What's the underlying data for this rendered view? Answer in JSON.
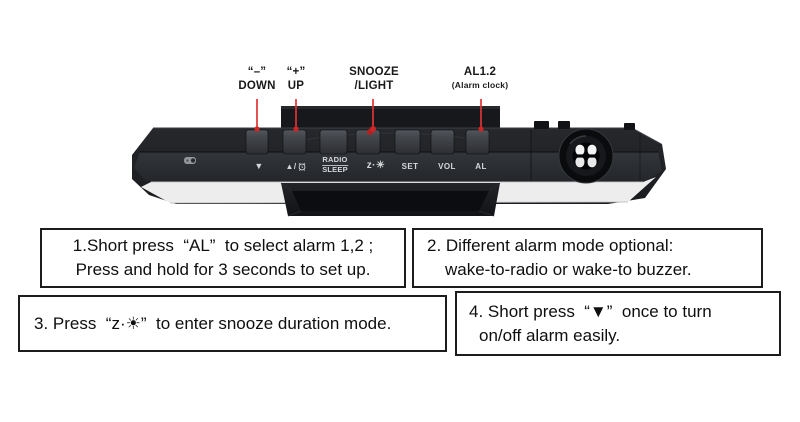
{
  "figure": {
    "title": "Alarm clock radio button guide (top view)",
    "background": "#ffffff"
  },
  "callouts": [
    {
      "top": "“–”",
      "bottom": "DOWN"
    },
    {
      "top": "“+”",
      "bottom": "UP"
    },
    {
      "top": "SNOOZE",
      "bottom": "/LIGHT"
    },
    {
      "top": "AL1.2",
      "bottom": "(Alarm clock)"
    }
  ],
  "device": {
    "labels": {
      "down": "▼",
      "up_prefix": "▲/",
      "radio": "RADIO",
      "sleep": "SLEEP",
      "snooze": "z·☀",
      "set": "SET",
      "vol": "VOL",
      "al": "AL"
    },
    "icons": [
      "projection-icon",
      "alarm-clock-icon",
      "snooze-red-indicator",
      "projection-lens"
    ]
  },
  "instructions": [
    {
      "line1": "1.Short press  “AL”  to select alarm 1,2 ;",
      "line2": "Press and hold for 3 seconds to set up."
    },
    {
      "line1": "2. Different alarm mode optional:",
      "line2": "wake-to-radio or wake-to buzzer."
    },
    {
      "line1": "3. Press  “z·☀”  to enter snooze duration mode.",
      "line2": ""
    },
    {
      "line1": "4. Short press  “▼”  once to turn",
      "line2": "on/off alarm easily."
    }
  ],
  "colors": {
    "pointer_red": "#df3434",
    "box_border": "#1c1c1c",
    "device_body": "#1e2024",
    "text": "#0f0f0f"
  }
}
